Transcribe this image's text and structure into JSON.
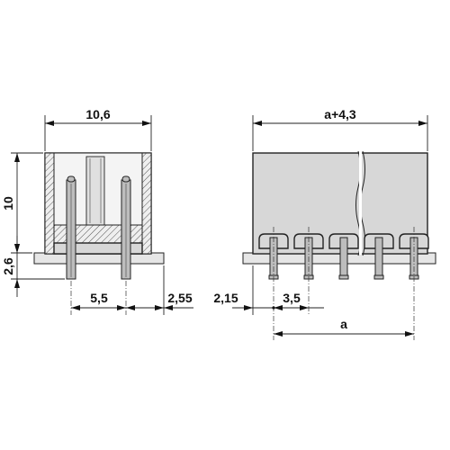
{
  "dimensions": {
    "front_width": "10,6",
    "front_height": "10",
    "front_pcb_offset": "2,6",
    "front_pitch": "5,5",
    "front_edge": "2,55",
    "side_width": "a+4,3",
    "side_edge": "2,15",
    "side_pitch": "3,5",
    "side_span": "a"
  }
}
